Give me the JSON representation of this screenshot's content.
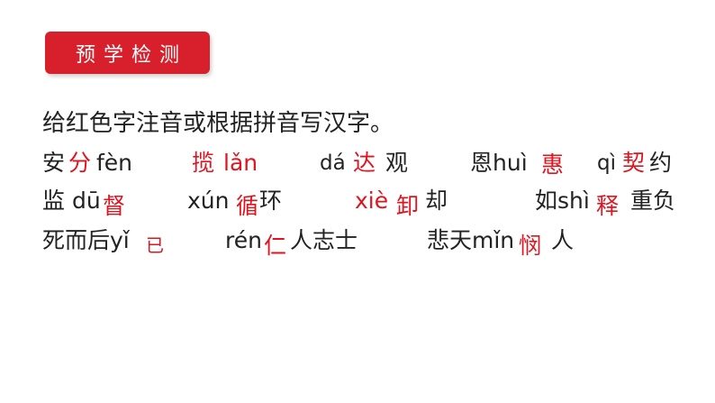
{
  "badge": {
    "label": "预学检测",
    "color": "#d7202b"
  },
  "instruction": "给红色字注音或根据拼音写汉字。",
  "accent_color": "#e0141e",
  "rows": [
    [
      {
        "black": "安",
        "red": "分"
      },
      {
        "black": "fèn"
      },
      {
        "red": "揽"
      },
      {
        "red": "lǎn"
      },
      {
        "black": "dá"
      },
      {
        "red": "达"
      },
      {
        "black": "观"
      },
      {
        "black": "恩huì"
      },
      {
        "red": "惠"
      },
      {
        "black": "qì"
      },
      {
        "red": "契"
      },
      {
        "black": "约"
      }
    ],
    [
      {
        "black": "监 dū"
      },
      {
        "red": "督"
      },
      {
        "black": "xún"
      },
      {
        "red": "循"
      },
      {
        "black": "环"
      },
      {
        "red": "xiè"
      },
      {
        "red": "卸"
      },
      {
        "black": "却"
      },
      {
        "black": "如shì"
      },
      {
        "red": "释"
      },
      {
        "black": "重负"
      }
    ],
    [
      {
        "black": "死而后yǐ"
      },
      {
        "red": "已"
      },
      {
        "black": "rén"
      },
      {
        "red": "仁"
      },
      {
        "black": "人志士"
      },
      {
        "black": "悲天mǐn"
      },
      {
        "red": "悯"
      },
      {
        "black": "人"
      }
    ]
  ]
}
